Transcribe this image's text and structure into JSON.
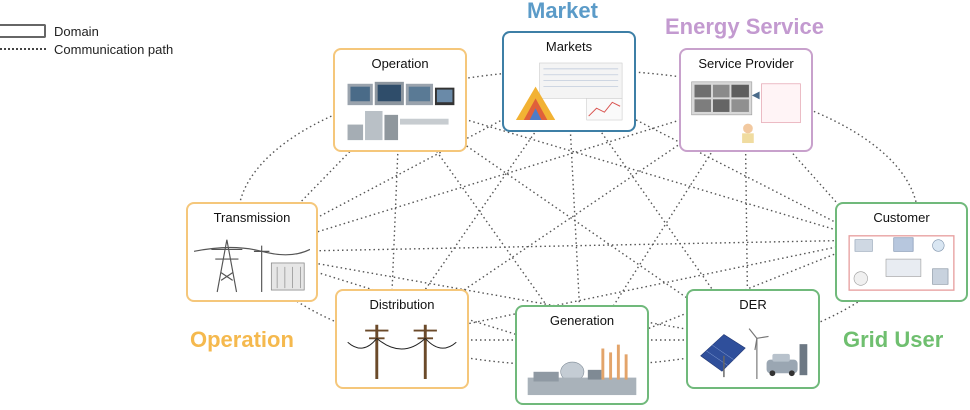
{
  "legend": {
    "domain_label": "Domain",
    "comm_path_label": "Communication path"
  },
  "group_labels": {
    "market": "Market",
    "energy_service": "Energy Service",
    "operation": "Operation",
    "grid_user": "Grid User"
  },
  "colors": {
    "operation": "#f5c77b",
    "market": "#3d7fa6",
    "energy_service": "#c8a1cc",
    "grid_user": "#70b97b",
    "operation_text": "#f5b94e",
    "market_text": "#5b9bc8",
    "energy_service_text": "#c39ad0",
    "grid_user_text": "#6fbf6f"
  },
  "domains": {
    "operation": {
      "label": "Operation",
      "icon": "control-room-icon"
    },
    "markets": {
      "label": "Markets",
      "icon": "market-chart-icon"
    },
    "service_provider": {
      "label": "Service Provider",
      "icon": "service-desk-icon"
    },
    "transmission": {
      "label": "Transmission",
      "icon": "transmission-tower-icon"
    },
    "customer": {
      "label": "Customer",
      "icon": "smart-home-icon"
    },
    "distribution": {
      "label": "Distribution",
      "icon": "utility-pole-icon"
    },
    "generation": {
      "label": "Generation",
      "icon": "power-plant-icon"
    },
    "der": {
      "label": "DER",
      "icon": "solar-ev-icon"
    }
  }
}
